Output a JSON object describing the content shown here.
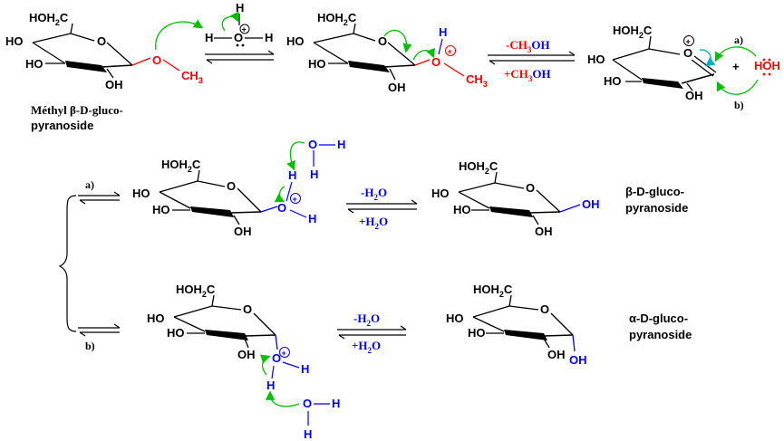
{
  "colors": {
    "black": "#000000",
    "red": "#ff0000",
    "blue": "#0000ff",
    "green": "#00c000",
    "cyan": "#00b0c0"
  },
  "labels": {
    "hoh2c": "HOH",
    "two": "2",
    "c": "C",
    "ho": "HO",
    "oh": "OH",
    "o": "O",
    "h": "H",
    "ch": "CH",
    "three": "3",
    "plus": "+",
    "hoh": "HOH",
    "start_name_1": "Méthyl β-D-gluco-",
    "start_name_2": "pyranoside",
    "beta_name_1": "β-D-gluco-",
    "beta_name_2": "pyranoside",
    "alpha_name_1": "α-D-gluco-",
    "alpha_name_2": "pyranoside"
  },
  "conditions": {
    "minus_ch3oh": "-CH",
    "plus_ch3oh": "+CH",
    "oh_suffix": "OH",
    "minus_h2o": "-H",
    "plus_h2o": "+H",
    "o_suffix": "O",
    "sub2": "2",
    "sub3": "3"
  },
  "paths": {
    "a": "a)",
    "b": "b)"
  }
}
